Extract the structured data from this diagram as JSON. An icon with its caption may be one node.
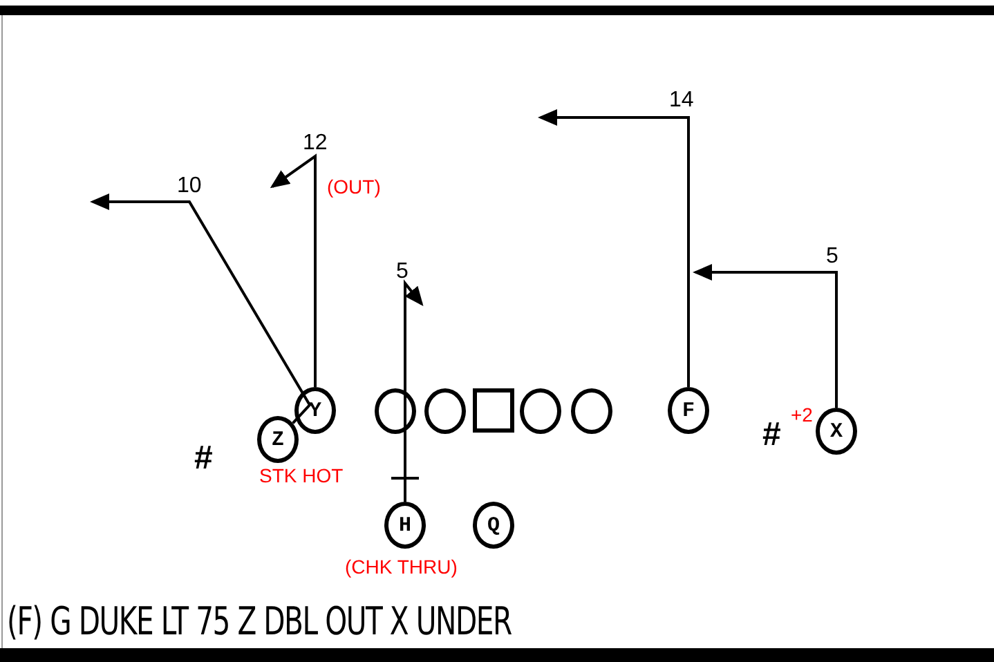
{
  "diagram": {
    "caption": "(F) G DUKE LT 75 Z DBL OUT X UNDER",
    "nodes": [
      {
        "text": [
          "Y"
        ]
      },
      {
        "text": [],
        "shape": "circle"
      },
      {
        "text": [],
        "shape": "circle"
      },
      {
        "text": [],
        "shape": "box"
      },
      {
        "text": [],
        "shape": "circle"
      },
      {
        "text": [],
        "shape": "circle"
      },
      {
        "text": [
          "F"
        ]
      },
      {
        "text": [
          "Z"
        ],
        "beside": [
          "STK HOT"
        ]
      },
      {
        "text": [
          "X"
        ],
        "beside": [
          "+2"
        ]
      },
      {
        "text": [
          "H"
        ],
        "beside": [
          "(CHK THRU)"
        ]
      },
      {
        "text": [
          "Q"
        ]
      }
    ],
    "edges": [
      {
        "from": 0,
        "to": null,
        "arrow": "to",
        "label": "12"
      },
      {
        "from": 7,
        "to": null,
        "arrow": "to",
        "label": "10"
      },
      {
        "from": 9,
        "to": null,
        "arrow": "to",
        "label": "5"
      },
      {
        "from": 6,
        "to": null,
        "arrow": "to",
        "label": "14"
      },
      {
        "from": 8,
        "to": null,
        "arrow": "to",
        "label": "5"
      }
    ],
    "labels": [
      "(OUT)",
      "#",
      "#"
    ]
  }
}
